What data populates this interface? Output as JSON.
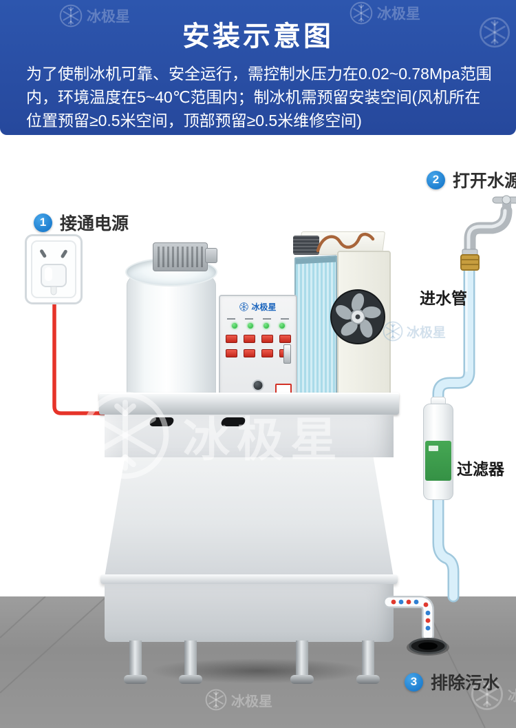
{
  "brand": {
    "name": "冰极星"
  },
  "header": {
    "title": "安装示意图",
    "description": "为了使制冰机可靠、安全运行，需控制水压力在0.02~0.78Mpa范围内，环境温度在5~40℃范围内；制冰机需预留安装空间(风机所在位置预留≥0.5米空间，顶部预留≥0.5米维修空间)"
  },
  "steps": [
    {
      "number": "1",
      "label": "接通电源"
    },
    {
      "number": "2",
      "label": "打开水源"
    },
    {
      "number": "3",
      "label": "排除污水"
    }
  ],
  "labels": {
    "inlet_pipe": "进水管",
    "filter": "过滤器"
  },
  "colors": {
    "header_bg": "#2a4fa4",
    "step_badge_blue": "#1584d6",
    "power_cord_red": "#e63329",
    "water_pipe_fill": "#d9effa",
    "water_pipe_outline": "#a0c8dd",
    "drain_dot_red": "#e0392e",
    "drain_dot_blue": "#2f7fd2",
    "filter_band_green": "#3da24b",
    "condenser_coil_teal": "#aadbe9",
    "brass_fitting": "#c79d3e",
    "floor_gray": "#919191"
  }
}
